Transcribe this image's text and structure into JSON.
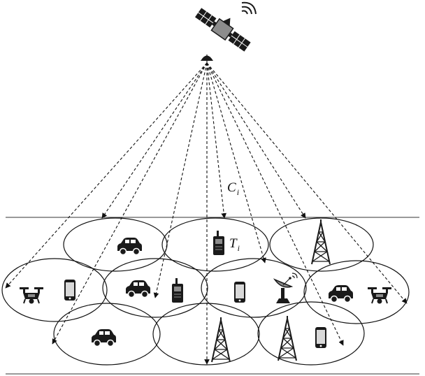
{
  "labels": {
    "beam_label": {
      "main": "C",
      "sub": "i"
    },
    "terminal_label": {
      "main": "T",
      "sub": "i"
    }
  },
  "icons": [
    "satellite-icon",
    "car-icon",
    "smartphone-icon",
    "drone-icon",
    "radio-icon",
    "cell-tower-icon",
    "satellite-dish-icon"
  ],
  "colors": {
    "stroke": "#111111",
    "icon_fill": "#1a1a1a",
    "icon_gray": "#8c8c8c"
  }
}
